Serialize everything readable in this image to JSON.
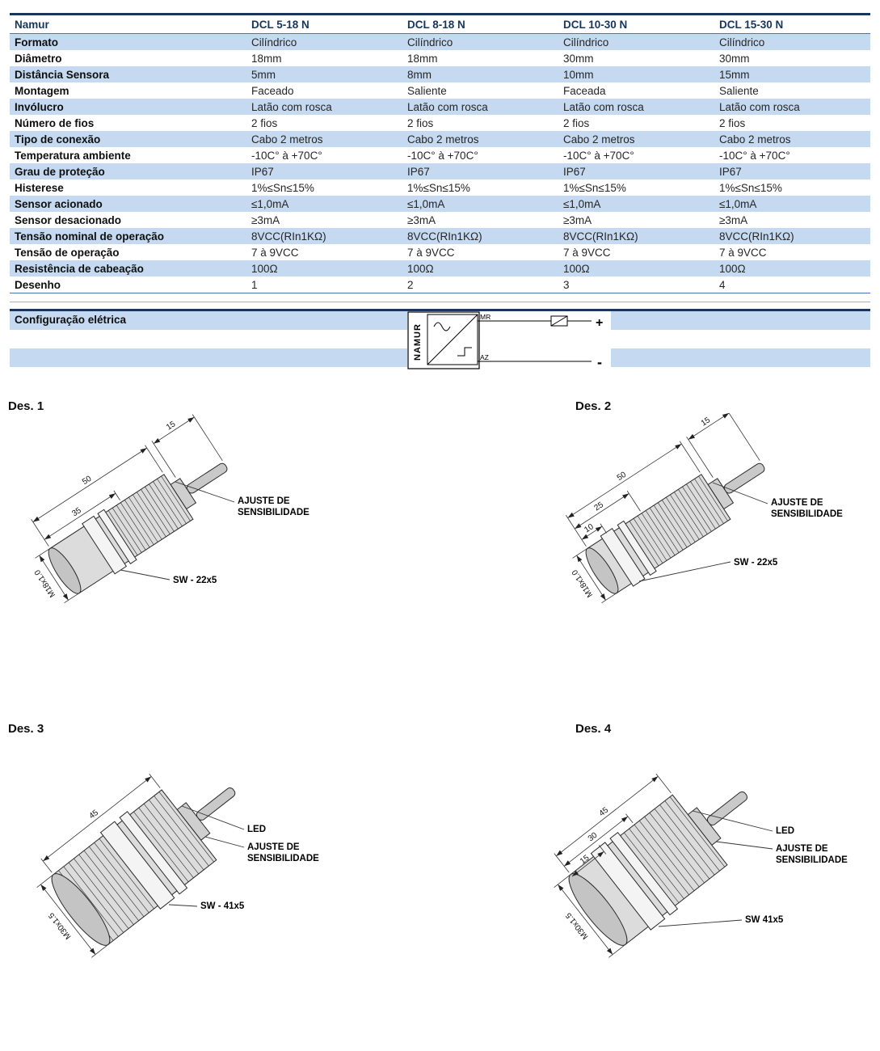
{
  "table": {
    "header": [
      "Namur",
      "DCL 5-18 N",
      "DCL 8-18 N",
      "DCL 10-30 N",
      "DCL 15-30 N"
    ],
    "rows": [
      {
        "label": "Formato",
        "values": [
          "Cilíndrico",
          "Cilíndrico",
          "Cilíndrico",
          "Cilíndrico"
        ]
      },
      {
        "label": "Diâmetro",
        "values": [
          "18mm",
          "18mm",
          "30mm",
          "30mm"
        ]
      },
      {
        "label": "Distância Sensora",
        "values": [
          "5mm",
          "8mm",
          "10mm",
          "15mm"
        ]
      },
      {
        "label": "Montagem",
        "values": [
          "Faceado",
          "Saliente",
          "Faceada",
          "Saliente"
        ]
      },
      {
        "label": "Invólucro",
        "values": [
          "Latão com rosca",
          "Latão com rosca",
          "Latão com rosca",
          "Latão com rosca"
        ]
      },
      {
        "label": "Número de fios",
        "values": [
          "2 fios",
          "2 fios",
          "2 fios",
          "2 fios"
        ]
      },
      {
        "label": "Tipo de conexão",
        "values": [
          "Cabo 2 metros",
          "Cabo 2 metros",
          "Cabo 2 metros",
          "Cabo 2 metros"
        ]
      },
      {
        "label": "Temperatura ambiente",
        "values": [
          "-10C° à +70C°",
          "-10C° à +70C°",
          "-10C° à +70C°",
          "-10C° à +70C°"
        ]
      },
      {
        "label": "Grau de proteção",
        "values": [
          "IP67",
          "IP67",
          "IP67",
          "IP67"
        ]
      },
      {
        "label": "Histerese",
        "values": [
          "1%≤Sn≤15%",
          "1%≤Sn≤15%",
          "1%≤Sn≤15%",
          "1%≤Sn≤15%"
        ]
      },
      {
        "label": "Sensor acionado",
        "values": [
          "≤1,0mA",
          "≤1,0mA",
          "≤1,0mA",
          "≤1,0mA"
        ]
      },
      {
        "label": "Sensor desacionado",
        "values": [
          "≥3mA",
          "≥3mA",
          "≥3mA",
          "≥3mA"
        ]
      },
      {
        "label": "Tensão nominal de operação",
        "values": [
          "8VCC(RIn1KΩ)",
          "8VCC(RIn1KΩ)",
          "8VCC(RIn1KΩ)",
          "8VCC(RIn1KΩ)"
        ]
      },
      {
        "label": "Tensão de operação",
        "values": [
          "7 à 9VCC",
          "7 à 9VCC",
          "7 à 9VCC",
          "7 à 9VCC"
        ]
      },
      {
        "label": "Resistência de cabeação",
        "values": [
          "100Ω",
          "100Ω",
          "100Ω",
          "100Ω"
        ]
      },
      {
        "label": "Desenho",
        "values": [
          "1",
          "2",
          "3",
          "4"
        ]
      }
    ]
  },
  "electrical": {
    "title": "Configuração elétrica",
    "diagram": {
      "device_label": "NAMUR",
      "wire_top": "MR",
      "wire_bottom": "AZ",
      "terminal_positive": "+",
      "terminal_negative": "-"
    }
  },
  "drawings": [
    {
      "title": "Des. 1",
      "thread_label": "M18x1.0",
      "dim_inner": "35",
      "dim_body": "50",
      "dim_cable": "15",
      "adjust_line1": "AJUSTE DE",
      "adjust_line2": "SENSIBILIDADE",
      "sw_label": "SW - 22x5"
    },
    {
      "title": "Des. 2",
      "thread_label": "M18x1.0",
      "dim_face": "10",
      "dim_inner": "25",
      "dim_body": "50",
      "dim_cable": "15",
      "adjust_line1": "AJUSTE DE",
      "adjust_line2": "SENSIBILIDADE",
      "sw_label": "SW - 22x5"
    },
    {
      "title": "Des. 3",
      "thread_label": "M30x1.5",
      "dim_body": "45",
      "led_label": "LED",
      "adjust_line1": "AJUSTE DE",
      "adjust_line2": "SENSIBILIDADE",
      "sw_label": "SW - 41x5"
    },
    {
      "title": "Des. 4",
      "thread_label": "M30x1.5",
      "dim_face": "15",
      "dim_inner": "30",
      "dim_body": "45",
      "led_label": "LED",
      "adjust_line1": "AJUSTE DE",
      "adjust_line2": "SENSIBILIDADE",
      "sw_label": "SW 41x5"
    }
  ]
}
